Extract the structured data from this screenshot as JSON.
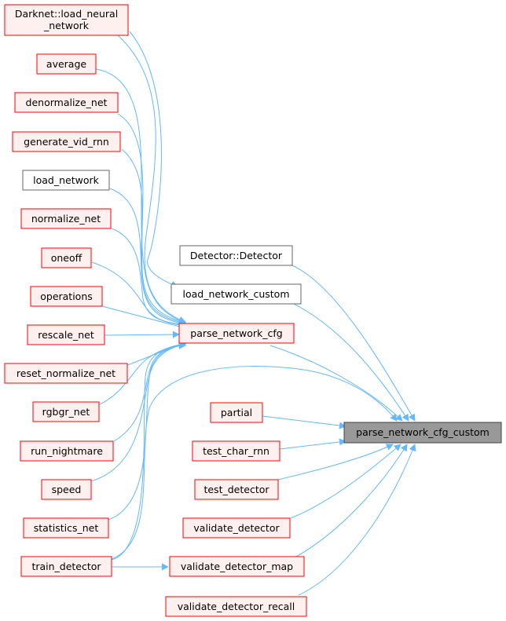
{
  "colors": {
    "edge": "#63b8ff",
    "red_border": "#ff0000",
    "red_fill": "#fff0f0",
    "grey_border": "#666666",
    "plain_fill": "#ffffff",
    "target_fill": "#999999",
    "target_border": "#444444"
  },
  "nodes": {
    "darknet_load_neural_network": {
      "line1": "Darknet::load_neural",
      "line2": "_network"
    },
    "average": {
      "label": "average"
    },
    "denormalize_net": {
      "label": "denormalize_net"
    },
    "generate_vid_rnn": {
      "label": "generate_vid_rnn"
    },
    "load_network": {
      "label": "load_network"
    },
    "normalize_net": {
      "label": "normalize_net"
    },
    "oneoff": {
      "label": "oneoff"
    },
    "operations": {
      "label": "operations"
    },
    "rescale_net": {
      "label": "rescale_net"
    },
    "reset_normalize_net": {
      "label": "reset_normalize_net"
    },
    "rgbgr_net": {
      "label": "rgbgr_net"
    },
    "run_nightmare": {
      "label": "run_nightmare"
    },
    "speed": {
      "label": "speed"
    },
    "statistics_net": {
      "label": "statistics_net"
    },
    "train_detector": {
      "label": "train_detector"
    },
    "detector_detector": {
      "label": "Detector::Detector"
    },
    "load_network_custom": {
      "label": "load_network_custom"
    },
    "parse_network_cfg": {
      "label": "parse_network_cfg"
    },
    "partial": {
      "label": "partial"
    },
    "test_char_rnn": {
      "label": "test_char_rnn"
    },
    "test_detector": {
      "label": "test_detector"
    },
    "validate_detector": {
      "label": "validate_detector"
    },
    "validate_detector_map": {
      "label": "validate_detector_map"
    },
    "validate_detector_recall": {
      "label": "validate_detector_recall"
    },
    "parse_network_cfg_custom": {
      "label": "parse_network_cfg_custom"
    }
  }
}
